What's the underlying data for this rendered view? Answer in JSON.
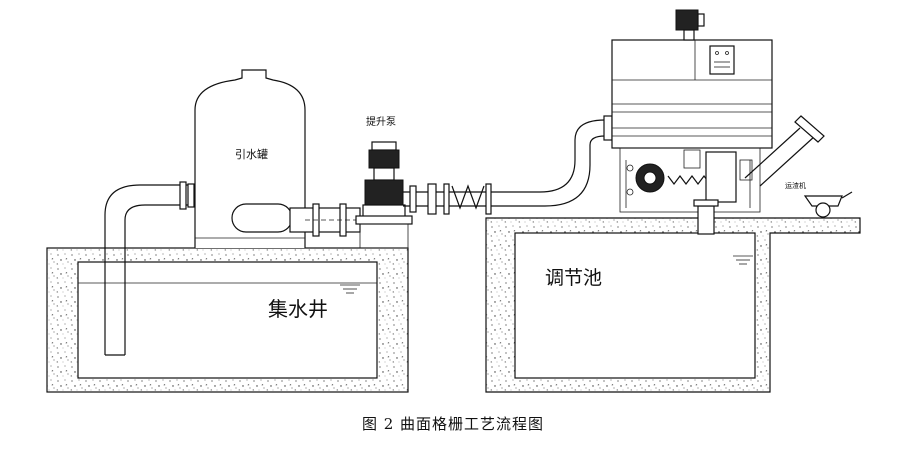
{
  "labels": {
    "diversion_tank": "引水罐",
    "lift_pump": "提升泵",
    "collection_well": "集水井",
    "regulation_tank": "调节池",
    "cart": "运渣机"
  },
  "caption": "图 2 曲面格栅工艺流程图"
}
